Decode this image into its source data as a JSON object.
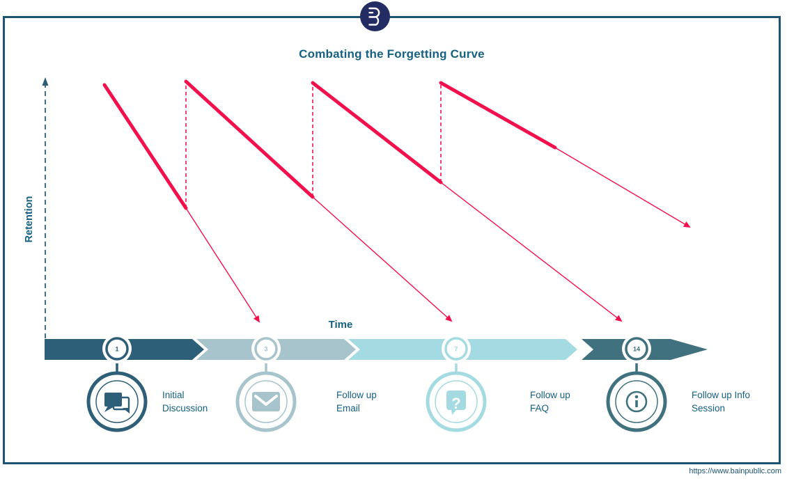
{
  "page": {
    "title": "Combating the Forgetting Curve",
    "footer_url": "https://www.bainpublic.com",
    "brand_color": "#232D64",
    "frame_color": "#1C5472",
    "text_color": "#156083"
  },
  "axes": {
    "y_label": "Retention",
    "x_label": "Time",
    "axis_color": "#2E5F79"
  },
  "forgetting_curve": {
    "color": "#F2104D",
    "thick_segments": [
      [
        150,
        122,
        267,
        299
      ],
      [
        267,
        117,
        449,
        283
      ],
      [
        449,
        119,
        633,
        262
      ],
      [
        633,
        119,
        797,
        212
      ]
    ],
    "dashed_risers": [
      [
        267,
        299,
        267,
        117
      ],
      [
        449,
        283,
        449,
        120
      ],
      [
        633,
        262,
        633,
        120
      ]
    ],
    "decay_arrows": [
      [
        267,
        299,
        372,
        462
      ],
      [
        449,
        283,
        648,
        461
      ],
      [
        633,
        262,
        892,
        461
      ],
      [
        797,
        212,
        990,
        326
      ]
    ]
  },
  "timeline": {
    "milestones": [
      {
        "day": "1",
        "label": "Initial Discussion",
        "icon": "chat-icon",
        "color": "#2E5F79"
      },
      {
        "day": "3",
        "label": "Follow up Email",
        "icon": "email-icon",
        "color": "#A7C4CC"
      },
      {
        "day": "7",
        "label": "Follow up FAQ",
        "icon": "question-icon",
        "color": "#A4DBE2"
      },
      {
        "day": "14",
        "label": "Follow up Info Session",
        "icon": "info-icon",
        "color": "#40717F"
      }
    ]
  }
}
